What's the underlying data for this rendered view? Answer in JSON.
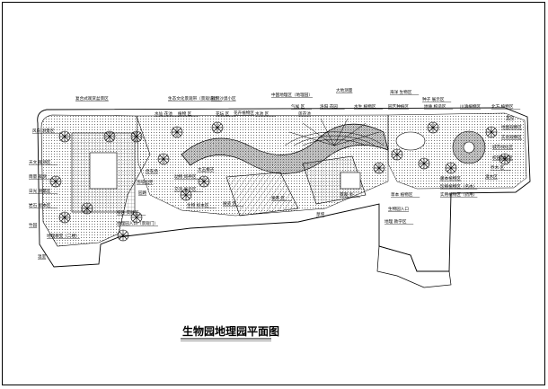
{
  "drawing": {
    "title": "生物园地理园平面图"
  },
  "labels": [
    {
      "id": "l-fuhe",
      "text": "复合式观赏盆景区"
    },
    {
      "id": "l-shengtai",
      "text": "生态文化景观带（景观设计）"
    },
    {
      "id": "l-guanshang",
      "text": "观赏沙漠小区"
    },
    {
      "id": "l-shuixian",
      "text": "水仙  花池"
    },
    {
      "id": "l-zhongguo",
      "text": "中国地理区（地理园）"
    },
    {
      "id": "l-huahui",
      "text": "花卉植物区"
    },
    {
      "id": "l-lianhua",
      "text": "莲花池"
    },
    {
      "id": "l-dadi",
      "text": "大地测量"
    },
    {
      "id": "l-zhiwu",
      "text": "植物  区"
    },
    {
      "id": "l-huaqi",
      "text": "花坛  区"
    },
    {
      "id": "l-shuichi",
      "text": "水池  区"
    },
    {
      "id": "l-qihou",
      "text": "气候  区"
    },
    {
      "id": "l-luoyang",
      "text": "洛阳  花园"
    },
    {
      "id": "l-shuisheng",
      "text": "水生  植物区"
    },
    {
      "id": "l-haiyang",
      "text": "海洋  生物区"
    },
    {
      "id": "l-zhongzi",
      "text": "种子  展示区"
    },
    {
      "id": "l-tuixu",
      "text": "园艺种植区"
    },
    {
      "id": "l-dixing",
      "text": "地质  构造区"
    },
    {
      "id": "l-chuanzhi",
      "text": "川滇植物区"
    },
    {
      "id": "l-beifang",
      "text": "北方  植物区"
    },
    {
      "id": "l-jinshan",
      "text": "金山"
    },
    {
      "id": "l-ditu",
      "text": "地图观察区"
    },
    {
      "id": "l-shiyan",
      "text": "实验观察区"
    },
    {
      "id": "l-chengshi",
      "text": "城市绿化区"
    },
    {
      "id": "l-xiaoyuan",
      "text": "校园绿化区"
    },
    {
      "id": "l-qiaomu",
      "text": "乔木  区"
    },
    {
      "id": "l-guanmu",
      "text": "灌木区"
    },
    {
      "id": "l-tengben",
      "text": "藤本植物区"
    },
    {
      "id": "l-zhenxi",
      "text": "珍稀植物区（名木）"
    },
    {
      "id": "l-shiyong",
      "text": "实用植物区（药用）"
    },
    {
      "id": "l-caoben",
      "text": "草本  植物区"
    },
    {
      "id": "l-rukou1",
      "text": "生物园入口"
    },
    {
      "id": "l-dilijiao",
      "text": "地理  教学区"
    },
    {
      "id": "l-fengxiang",
      "text": "风向  测量区"
    },
    {
      "id": "l-tianwen",
      "text": "天文  观测区"
    },
    {
      "id": "l-yuliang",
      "text": "雨量  观测"
    },
    {
      "id": "l-riguang",
      "text": "日光  测量区"
    },
    {
      "id": "l-yanshi",
      "text": "岩石  标本区"
    },
    {
      "id": "l-zhuyuan",
      "text": "竹园"
    },
    {
      "id": "l-wenshi",
      "text": "温室"
    },
    {
      "id": "l-jiaoshi",
      "text": "地理教室（二楼）"
    },
    {
      "id": "l-zonghe",
      "text": "综合  实践区"
    },
    {
      "id": "l-rukou2",
      "text": "地理园入口（景观门）"
    },
    {
      "id": "l-tingche",
      "text": "停车场"
    },
    {
      "id": "l-bianjie",
      "text": "围墙边界"
    },
    {
      "id": "l-xiaolu",
      "text": "园路"
    },
    {
      "id": "l-dongwu",
      "text": "动物  饲养区"
    },
    {
      "id": "l-jiaoliu",
      "text": "交流  展示区"
    },
    {
      "id": "l-shengwu",
      "text": "生物  标本区"
    },
    {
      "id": "l-zhanlan",
      "text": "展览  区"
    },
    {
      "id": "l-guocha",
      "text": "果茶  区"
    },
    {
      "id": "l-caoping",
      "text": "草坪"
    },
    {
      "id": "l-jingguan",
      "text": "景观  亭"
    },
    {
      "id": "l-dalaoshu",
      "text": "大王椰子"
    }
  ]
}
